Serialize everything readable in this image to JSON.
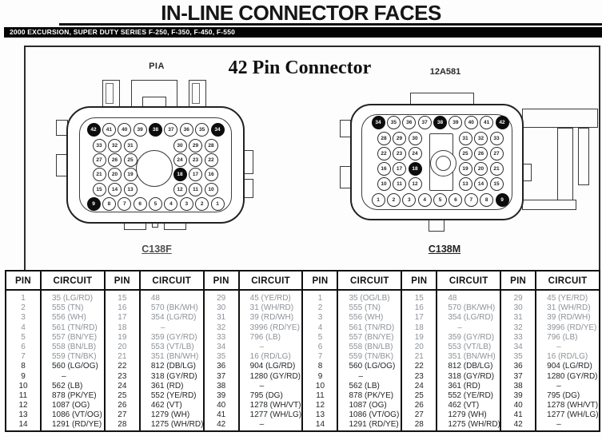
{
  "header": {
    "title": "IN-LINE CONNECTOR FACES",
    "models": "2000 EXCURSION, SUPER DUTY SERIES F-250, F-350, F-450, F-550"
  },
  "diagram": {
    "title": "42 Pin Connector",
    "connectors": [
      {
        "top_label": "PIA",
        "bottom_label": "C138F",
        "filled_pins": [
          42,
          38,
          34,
          18,
          9
        ],
        "rows": [
          {
            "pins": [
              42,
              41,
              40,
              39,
              38,
              37,
              36,
              35,
              34
            ]
          },
          {
            "left": [
              33,
              32,
              31
            ],
            "right": [
              30,
              29,
              28
            ]
          },
          {
            "left": [
              27,
              26,
              25
            ],
            "right": [
              24,
              23,
              22
            ]
          },
          {
            "left": [
              21,
              20,
              19
            ],
            "right": [
              18,
              17,
              16
            ]
          },
          {
            "left": [
              15,
              14,
              13
            ],
            "right": [
              12,
              11,
              10
            ]
          },
          {
            "pins": [
              9,
              8,
              7,
              6,
              5,
              4,
              3,
              2,
              1
            ]
          }
        ]
      },
      {
        "top_label": "12A581",
        "bottom_label": "C138M",
        "filled_pins": [
          34,
          38,
          42,
          18,
          9
        ],
        "rows": [
          {
            "pins": [
              34,
              35,
              36,
              37,
              38,
              39,
              40,
              41,
              42
            ]
          },
          {
            "left": [
              28,
              29,
              30
            ],
            "right": [
              31,
              32,
              33
            ]
          },
          {
            "left": [
              22,
              23,
              24
            ],
            "right": [
              25,
              26,
              27
            ]
          },
          {
            "left": [
              16,
              17,
              18
            ],
            "right": [
              19,
              20,
              21
            ]
          },
          {
            "left": [
              10,
              11,
              12
            ],
            "right": [
              13,
              14,
              15
            ]
          },
          {
            "pins": [
              1,
              2,
              3,
              4,
              5,
              6,
              7,
              8,
              9
            ]
          }
        ]
      }
    ]
  },
  "table": {
    "headers": {
      "pin": "PIN",
      "circuit": "CIRCUIT"
    },
    "column_pairs": [
      {
        "pins": [
          "1",
          "2",
          "3",
          "4",
          "5",
          "6",
          "7",
          "8",
          "9",
          "10",
          "11",
          "12",
          "13",
          "14"
        ],
        "circuits": [
          "35 (LG/RD)",
          "555 (TN)",
          "556 (WH)",
          "561 (TN/RD)",
          "557 (BN/YE)",
          "558 (BN/LB)",
          "559 (TN/BK)",
          "560 (LG/OG)",
          "–",
          "562 (LB)",
          "878 (PK/YE)",
          "1087 (OG)",
          "1086 (VT/OG)",
          "1291 (RD/YE)"
        ]
      },
      {
        "pins": [
          "15",
          "16",
          "17",
          "18",
          "19",
          "20",
          "21",
          "22",
          "23",
          "24",
          "25",
          "26",
          "27",
          "28"
        ],
        "circuits": [
          "48",
          "570 (BK/WH)",
          "354 (LG/RD)",
          "–",
          "359 (GY/RD)",
          "553 (VT/LB)",
          "351 (BN/WH)",
          "812 (DB/LG)",
          "318 (GY/RD)",
          "361 (RD)",
          "552 (YE/RD)",
          "462 (VT)",
          "1279 (WH)",
          "1275 (WH/RD)"
        ]
      },
      {
        "pins": [
          "29",
          "30",
          "31",
          "32",
          "33",
          "34",
          "35",
          "36",
          "37",
          "38",
          "39",
          "40",
          "41",
          "42"
        ],
        "circuits": [
          "45 (YE/RD)",
          "31 (WH/RD)",
          "39 (RD/WH)",
          "3996 (RD/YE)",
          "796 (LB)",
          "–",
          "16 (RD/LG)",
          "904 (LG/RD)",
          "1280 (GY/RD)",
          "–",
          "795 (DG)",
          "1278 (WH/VT)",
          "1277 (WH/LG)",
          "–"
        ]
      },
      {
        "pins": [
          "1",
          "2",
          "3",
          "4",
          "5",
          "6",
          "7",
          "8",
          "9",
          "10",
          "11",
          "12",
          "13",
          "14"
        ],
        "circuits": [
          "35 (OG/LB)",
          "555 (TN)",
          "556 (WH)",
          "561 (TN/RD)",
          "557 (BN/YE)",
          "558 (BN/LB)",
          "559 (TN/BK)",
          "560 (LG/OG)",
          "–",
          "562 (LB)",
          "878 (PK/YE)",
          "1087 (OG)",
          "1086 (VT/OG)",
          "1291 (RD/YE)"
        ]
      },
      {
        "pins": [
          "15",
          "16",
          "17",
          "18",
          "19",
          "20",
          "21",
          "22",
          "23",
          "24",
          "25",
          "26",
          "27",
          "28"
        ],
        "circuits": [
          "48",
          "570 (BK/WH)",
          "354 (LG/RD)",
          "–",
          "359 (GY/RD)",
          "553 (VT/LB)",
          "351 (BN/WH)",
          "812 (DB/LG)",
          "318 (GY/RD)",
          "361 (RD)",
          "552 (YE/RD)",
          "462 (VT)",
          "1279 (WH)",
          "1275 (WH/RD)"
        ]
      },
      {
        "pins": [
          "29",
          "30",
          "31",
          "32",
          "33",
          "34",
          "35",
          "36",
          "37",
          "38",
          "39",
          "40",
          "41",
          "42"
        ],
        "circuits": [
          "45 (YE/RD)",
          "31 (WH/RD)",
          "39 (RD/WH)",
          "3996 (RD/YE)",
          "796 (LB)",
          "–",
          "16 (RD/LG)",
          "904 (LG/RD)",
          "1280 (GY/RD)",
          "–",
          "795 (DG)",
          "1278 (WH/VT)",
          "1277 (WH/LG)",
          "–"
        ]
      }
    ]
  },
  "colors": {
    "ink": "#1b1b1b",
    "bar_background": "#050505",
    "faded_row_text": "#8d9298",
    "dark_row_text": "#232527",
    "filled_pin": "#0d0d0d"
  }
}
